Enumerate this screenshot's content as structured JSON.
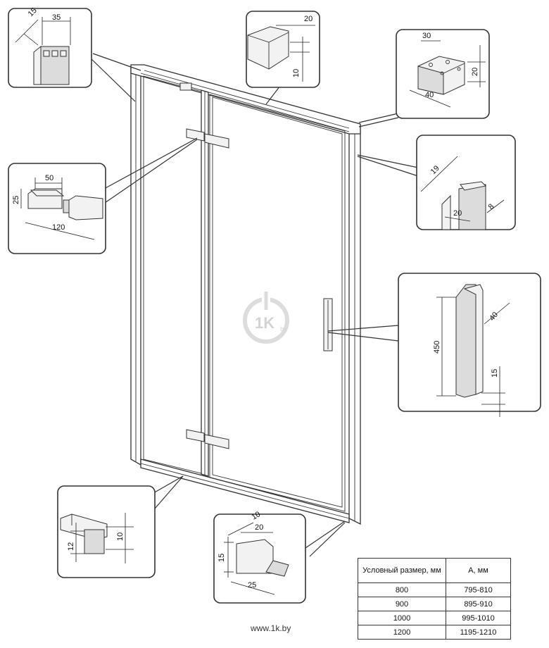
{
  "dims": {
    "profile_top_left": [
      "15",
      "35"
    ],
    "top_rail": [
      "20",
      "10"
    ],
    "corner_block": [
      "30",
      "20",
      "40"
    ],
    "hinge": [
      "50",
      "25",
      "120"
    ],
    "wall_profile": [
      "19",
      "20",
      "8"
    ],
    "handle": [
      "40",
      "450",
      "15"
    ],
    "bottom_profile": [
      "12",
      "10"
    ],
    "floor_stop": [
      "10",
      "20",
      "15",
      "25"
    ]
  },
  "table": {
    "headers": [
      "Условный размер, мм",
      "А, мм"
    ],
    "rows": [
      [
        "800",
        "795-810"
      ],
      [
        "900",
        "895-910"
      ],
      [
        "1000",
        "995-1010"
      ],
      [
        "1200",
        "1195-1210"
      ]
    ]
  },
  "footer": "www.1k.by",
  "watermark": "1K",
  "watermark_sub": "by",
  "colors": {
    "line": "#333333",
    "watermark": "#d8d8d8"
  }
}
